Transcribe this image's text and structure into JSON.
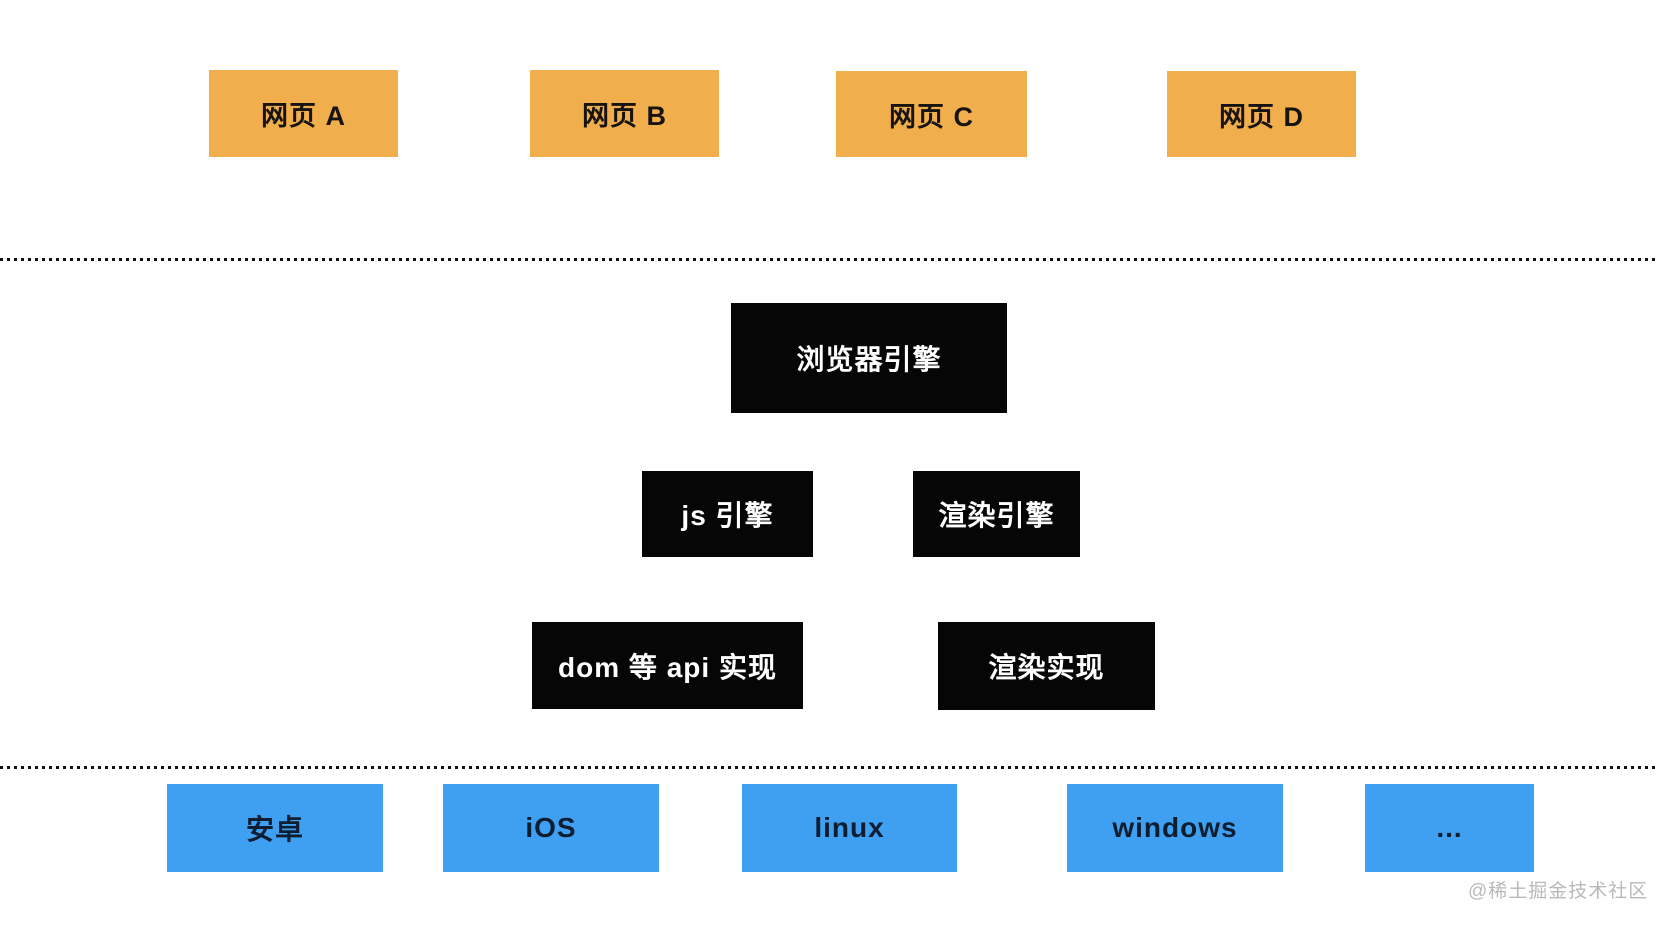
{
  "colors": {
    "page-bg": "#ffffff",
    "orange": "#f0ae4c",
    "blue": "#3f9ff0",
    "black-box": "#060606",
    "line": "#111111",
    "watermark": "#b9b9b9"
  },
  "diagram": {
    "webpages": [
      {
        "label": "网页 A"
      },
      {
        "label": "网页 B"
      },
      {
        "label": "网页 C"
      },
      {
        "label": "网页 D"
      }
    ],
    "browser_engine_label": "浏览器引擎",
    "engines": [
      {
        "label": "js 引擎"
      },
      {
        "label": "渲染引擎"
      }
    ],
    "implementations": [
      {
        "label": "dom 等 api 实现"
      },
      {
        "label": "渲染实现"
      }
    ],
    "platforms": [
      {
        "label": "安卓"
      },
      {
        "label": "iOS"
      },
      {
        "label": "linux"
      },
      {
        "label": "windows"
      },
      {
        "label": "..."
      }
    ]
  },
  "watermark": "@稀土掘金技术社区"
}
